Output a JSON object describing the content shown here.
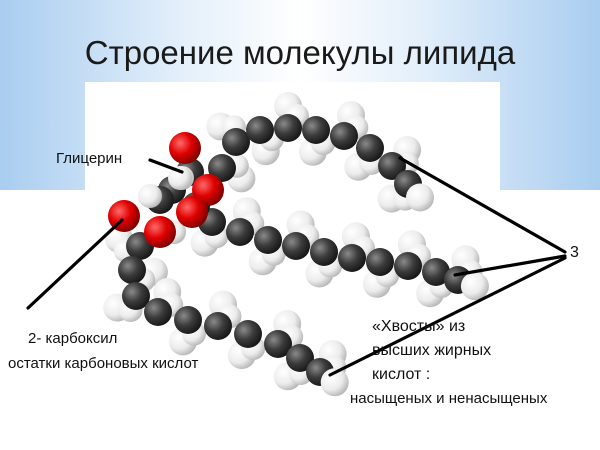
{
  "title": "Строение молекулы липида",
  "labels": {
    "glycerol": "Глицерин",
    "three": "3",
    "carboxyl_1": "2- карбоксил",
    "carboxyl_2": "остатки карбоновых кислот",
    "tails_1": "«Хвосты» из",
    "tails_2": "высших жирных",
    "tails_3": "кислот  :",
    "tails_4": "насыщеных и ненасыщеных"
  },
  "colors": {
    "carbon": "#3a3a3a",
    "hydrogen": "#f2f2f2",
    "oxygen": "#d40000",
    "background_edge": "#a9cdf0",
    "background_center": "#ffffff"
  }
}
